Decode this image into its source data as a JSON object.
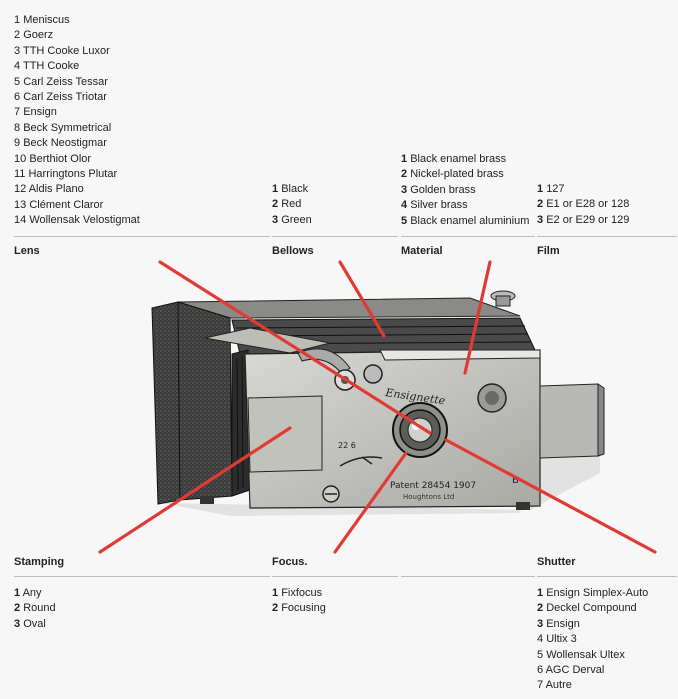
{
  "lens": {
    "header": "Lens",
    "options": [
      {
        "num": "1",
        "label": "Meniscus",
        "bold": false
      },
      {
        "num": "2",
        "label": "Goerz",
        "bold": false
      },
      {
        "num": "3",
        "label": "TTH Cooke Luxor",
        "bold": false
      },
      {
        "num": "4",
        "label": "TTH Cooke",
        "bold": false
      },
      {
        "num": "5",
        "label": "Carl Zeiss Tessar",
        "bold": false
      },
      {
        "num": "6",
        "label": "Carl Zeiss Triotar",
        "bold": false
      },
      {
        "num": "7",
        "label": "Ensign",
        "bold": false
      },
      {
        "num": "8",
        "label": "Beck Symmetrical",
        "bold": false
      },
      {
        "num": "9",
        "label": "Beck Neostigmar",
        "bold": false
      },
      {
        "num": "10",
        "label": "Berthiot Olor",
        "bold": false
      },
      {
        "num": "11",
        "label": "Harringtons Plutar",
        "bold": false
      },
      {
        "num": "12",
        "label": "Aldis Plano",
        "bold": false
      },
      {
        "num": "13",
        "label": "Clément Claror",
        "bold": false
      },
      {
        "num": "14",
        "label": "Wollensak Velostigmat",
        "bold": false
      }
    ]
  },
  "bellows": {
    "header": "Bellows",
    "options": [
      {
        "num": "1",
        "label": "Black",
        "bold": true
      },
      {
        "num": "2",
        "label": "Red",
        "bold": true
      },
      {
        "num": "3",
        "label": "Green",
        "bold": true
      }
    ]
  },
  "material": {
    "header": "Material",
    "options": [
      {
        "num": "1",
        "label": "Black enamel brass",
        "bold": true
      },
      {
        "num": "2",
        "label": "Nickel-plated brass",
        "bold": true
      },
      {
        "num": "3",
        "label": "Golden brass",
        "bold": true
      },
      {
        "num": "4",
        "label": "Silver brass",
        "bold": true
      },
      {
        "num": "5",
        "label": "Black enamel aluminium",
        "bold": true
      }
    ]
  },
  "film": {
    "header": "Film",
    "options": [
      {
        "num": "1",
        "label": "127",
        "bold": true
      },
      {
        "num": "2",
        "label": "E1 or E28 or 128",
        "bold": true
      },
      {
        "num": "3",
        "label": "E2 or E29 or 129",
        "bold": true
      }
    ]
  },
  "stamping": {
    "header": "Stamping",
    "options": [
      {
        "num": "1",
        "label": "Any",
        "bold": true
      },
      {
        "num": "2",
        "label": "Round",
        "bold": true
      },
      {
        "num": "3",
        "label": "Oval",
        "bold": true
      }
    ]
  },
  "focus": {
    "header": "Focus.",
    "options": [
      {
        "num": "1",
        "label": "Fixfocus",
        "bold": true
      },
      {
        "num": "2",
        "label": "Focusing",
        "bold": true
      }
    ]
  },
  "shutter": {
    "header": "Shutter",
    "options": [
      {
        "num": "1",
        "label": "Ensign Simplex-Auto",
        "bold": true
      },
      {
        "num": "2",
        "label": "Deckel Compound",
        "bold": true
      },
      {
        "num": "3",
        "label": "Ensign",
        "bold": true
      },
      {
        "num": "4",
        "label": "Ultix 3",
        "bold": false
      },
      {
        "num": "5",
        "label": "Wollensak Ultex",
        "bold": false
      },
      {
        "num": "6",
        "label": "AGC Derval",
        "bold": false
      },
      {
        "num": "7",
        "label": "Autre",
        "bold": false
      }
    ]
  },
  "camera": {
    "nameplate": "Ensignette",
    "patent_text": "Patent 28454 1907",
    "maker_text": "Houghtons Ltd",
    "scale_text": "22 6",
    "shutter_mark": "B",
    "colors": {
      "pointer": "#e03a34",
      "metal": "#c9c9c4",
      "dark": "#333333"
    }
  }
}
